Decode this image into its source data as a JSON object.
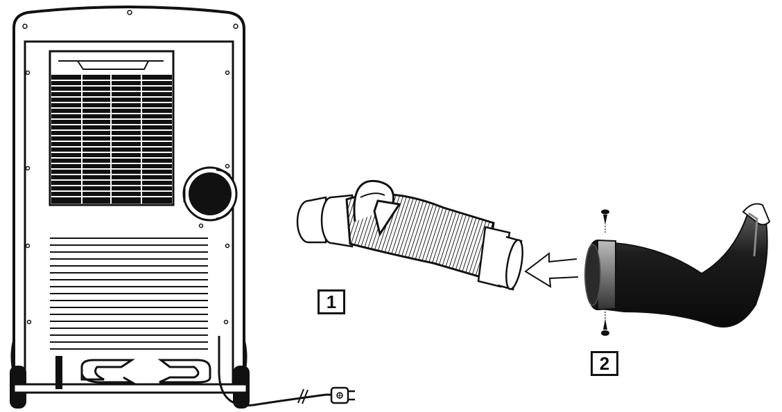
{
  "steps": [
    {
      "label": "1"
    },
    {
      "label": "2"
    }
  ],
  "icons": {
    "unit": "air-conditioner-rear-view",
    "hose": "exhaust-hose",
    "adapter": "window-adapter-nozzle",
    "arrow": "assembly-arrow",
    "plug": "power-plug",
    "screw": "screw"
  },
  "colors": {
    "line": "#111111",
    "fill": "#ffffff",
    "dark": "#1a1a1a"
  }
}
